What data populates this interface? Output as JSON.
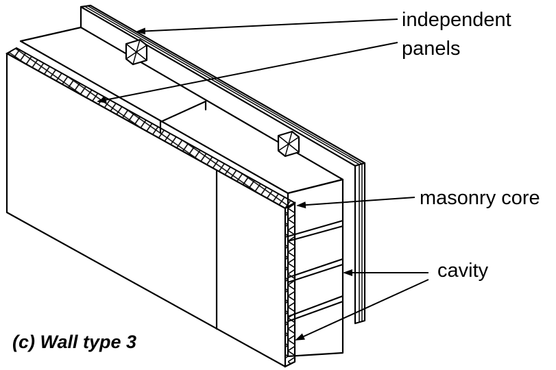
{
  "diagram": {
    "caption": "(c) Wall type 3",
    "labels": {
      "independent": "independent",
      "panels": "panels",
      "masonry_core": "masonry core",
      "cavity": "cavity"
    },
    "colors": {
      "line": "#000000",
      "background": "#ffffff"
    }
  }
}
